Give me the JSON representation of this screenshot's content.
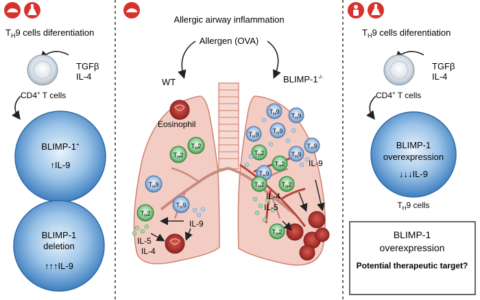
{
  "left": {
    "heading_main": "T",
    "heading_sub": "H",
    "heading_rest": "9 cells diferentiation",
    "cytokines": [
      "TGFβ",
      "IL-4"
    ],
    "cell_label_main": "CD4",
    "cell_label_sup": "+",
    "cell_label_rest": " T cells",
    "circle1_line1": "BLIMP-1",
    "circle1_sup": "+",
    "circle1_arrow": "↑",
    "circle1_line2": "IL-9",
    "circle2_line1": "BLIMP-1",
    "circle2_line2": "deletion",
    "circle2_arrows": "↑↑↑",
    "circle2_line3": "IL-9"
  },
  "center": {
    "title": "Allergic airway inflammation",
    "allergen": "Allergen (OVA)",
    "wt_label": "WT",
    "ko_label": "BLIMP-1",
    "ko_sup": "-/-",
    "eosinophil": "Eosinophil",
    "th_main": "T",
    "th2_sub": "H",
    "th2_num": "2",
    "th9_num": "9",
    "il9": "IL-9",
    "il5": "IL-5",
    "il4": "IL-4"
  },
  "right": {
    "heading_main": "T",
    "heading_sub": "H",
    "heading_rest": "9 cells diferentiation",
    "cytokines": [
      "TGFβ",
      "IL-4"
    ],
    "cell_label_main": "CD4",
    "cell_label_sup": "+",
    "cell_label_rest": " T cells",
    "circle_line1": "BLIMP-1",
    "circle_line2": "overexpression",
    "circle_arrows": "↓↓↓",
    "circle_line3": "IL-9",
    "th9_label_main": "T",
    "th9_label_sub": "H",
    "th9_label_rest": "9 cells",
    "box_line1": "BLIMP-1",
    "box_line2": "overexpression",
    "box_line3": "Potential therapeutic target?"
  },
  "colors": {
    "badge_red": "#d7322c",
    "lung_fill": "#f3cdc4",
    "lung_edge": "#cf7f70",
    "vessel": "#b8453a",
    "th2_fill": "#5fb86a",
    "th9_fill": "#7fa8d6",
    "cell_fill": "#5b9ad3",
    "eosinophil": "#b3322e"
  }
}
